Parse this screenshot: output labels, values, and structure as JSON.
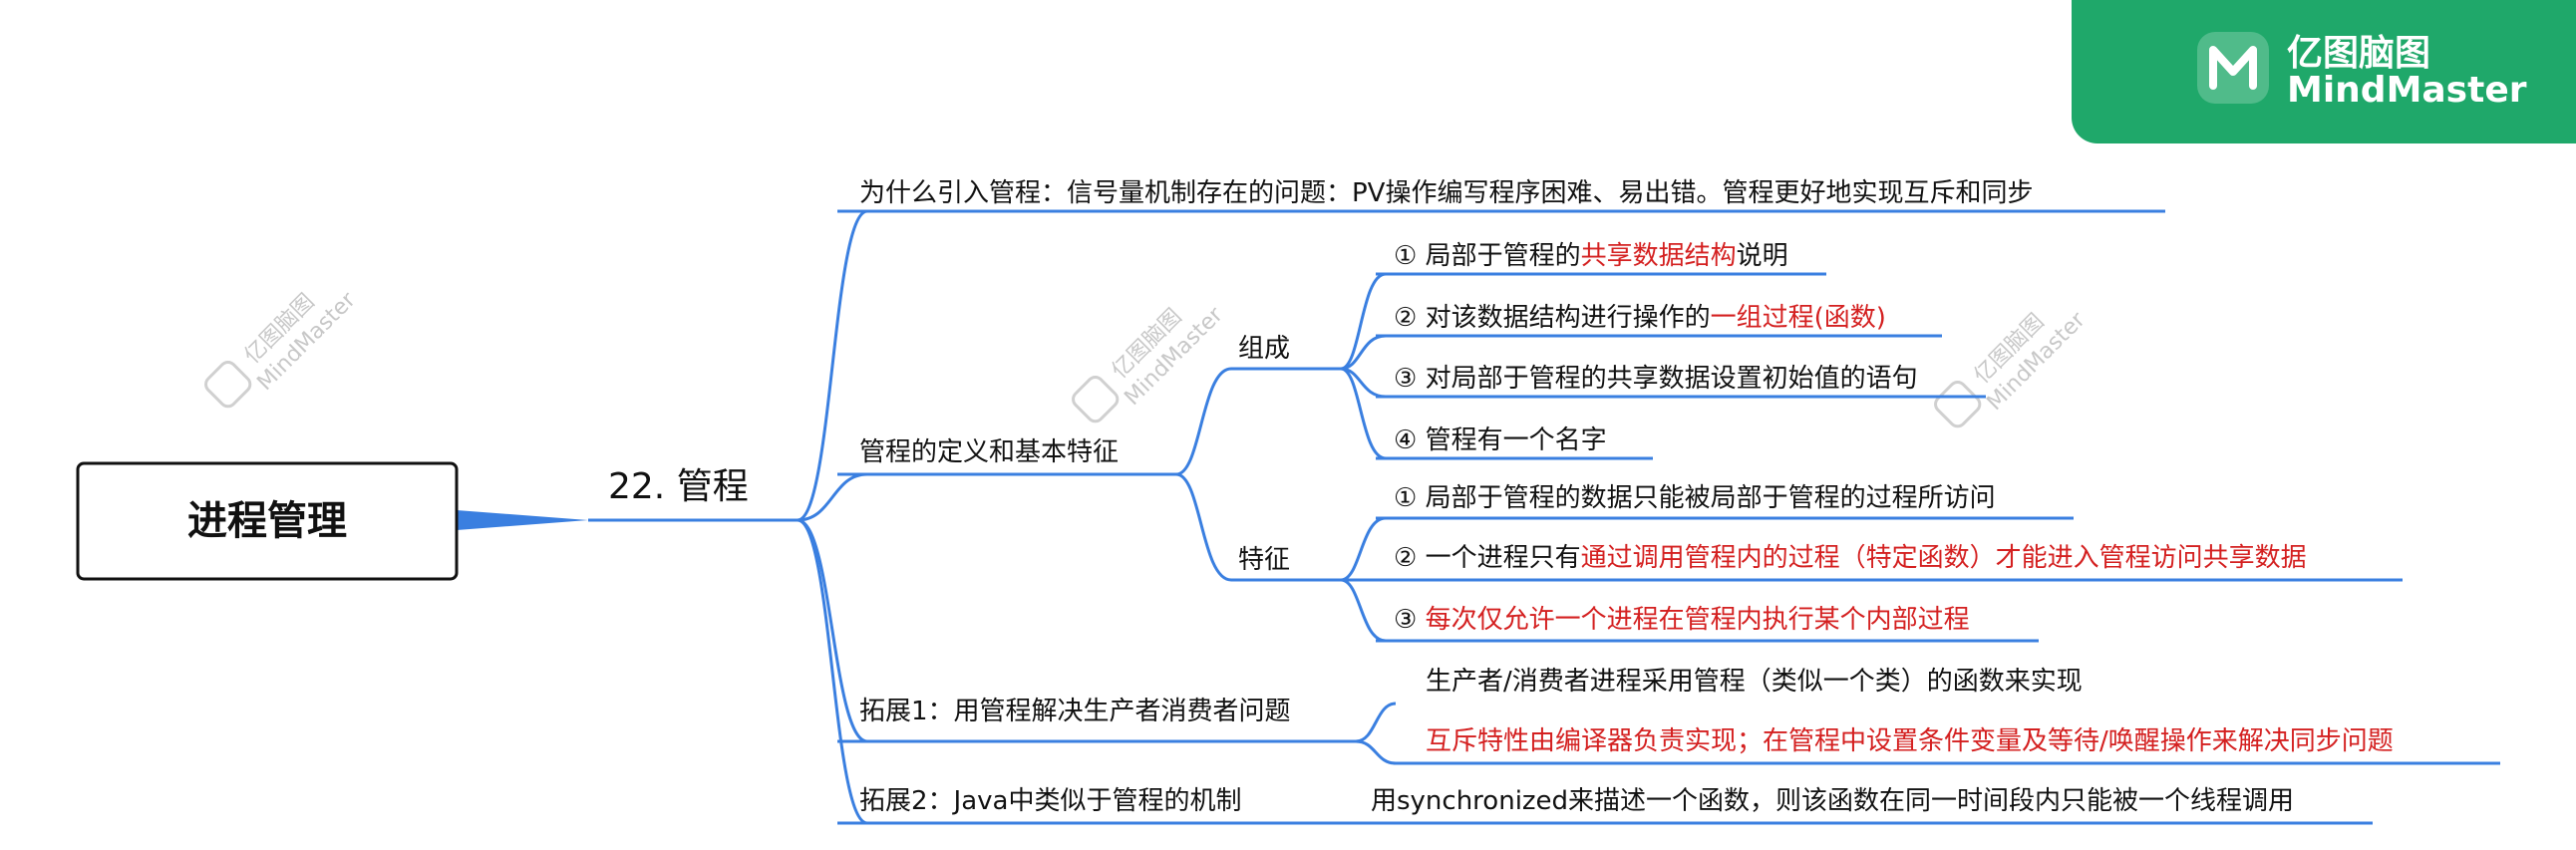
{
  "logo": {
    "cn": "亿图脑图",
    "en": "MindMaster"
  },
  "watermark": {
    "cn": "亿图脑图",
    "en": "MindMaster"
  },
  "root": "进程管理",
  "topic": "22. 管程",
  "why": "为什么引入管程：信号量机制存在的问题：PV操作编写程序困难、易出错。管程更好地实现互斥和同步",
  "definition": {
    "label": "管程的定义和基本特征",
    "composition": {
      "label": "组成",
      "item1": {
        "pre": "① 局部于管程的",
        "red": "共享数据结构",
        "post": "说明"
      },
      "item2": {
        "pre": "② 对该数据结构进行操作的",
        "red": "一组过程(函数)"
      },
      "item3": "③ 对局部于管程的共享数据设置初始值的语句",
      "item4": "④ 管程有一个名字"
    },
    "features": {
      "label": "特征",
      "item1": "① 局部于管程的数据只能被局部于管程的过程所访问",
      "item2": {
        "pre": "② 一个进程只有",
        "red": "通过调用管程内的过程（特定函数）才能进入管程访问共享数据"
      },
      "item3": {
        "pre": "③ ",
        "red": "每次仅允许一个进程在管程内执行某个内部过程"
      }
    }
  },
  "ext1": {
    "label": "拓展1：用管程解决生产者消费者问题",
    "item1": "生产者/消费者进程采用管程（类似一个类）的函数来实现",
    "item2": "互斥特性由编译器负责实现；在管程中设置条件变量及等待/唤醒操作来解决同步问题"
  },
  "ext2": {
    "label": "拓展2：Java中类似于管程的机制",
    "item1": "用synchronized来描述一个函数，则该函数在同一时间段内只能被一个线程调用"
  },
  "colors": {
    "line": "#3a7fe0",
    "red_text": "#d42020",
    "brand": "#1fa86a"
  }
}
